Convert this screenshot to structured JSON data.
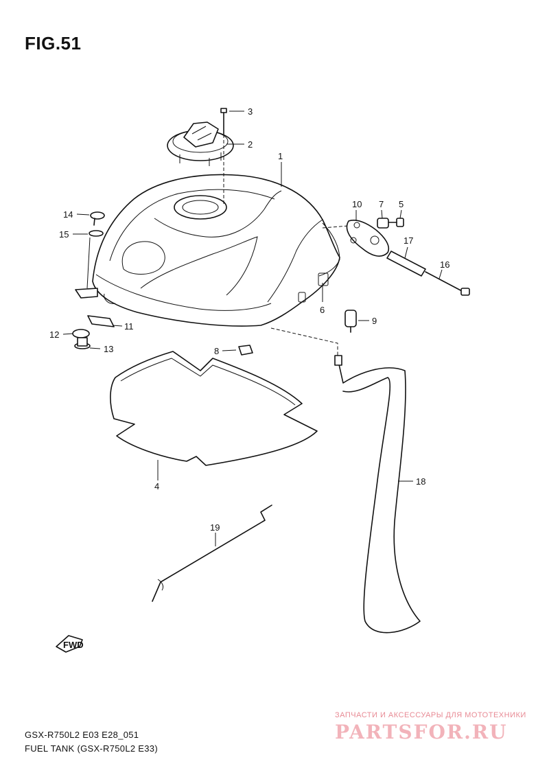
{
  "figure": {
    "title": "FIG.51",
    "footer_code": "GSX-R750L2 E03 E28_051",
    "footer_name": "FUEL TANK (GSX-R750L2 E33)"
  },
  "callouts": [
    {
      "id": "c1",
      "label": "1"
    },
    {
      "id": "c2",
      "label": "2"
    },
    {
      "id": "c3",
      "label": "3"
    },
    {
      "id": "c4",
      "label": "4"
    },
    {
      "id": "c5",
      "label": "5"
    },
    {
      "id": "c6",
      "label": "6"
    },
    {
      "id": "c7",
      "label": "7"
    },
    {
      "id": "c8",
      "label": "8"
    },
    {
      "id": "c9",
      "label": "9"
    },
    {
      "id": "c10",
      "label": "10"
    },
    {
      "id": "c11",
      "label": "11"
    },
    {
      "id": "c12",
      "label": "12"
    },
    {
      "id": "c13",
      "label": "13"
    },
    {
      "id": "c14",
      "label": "14"
    },
    {
      "id": "c15",
      "label": "15"
    },
    {
      "id": "c16",
      "label": "16"
    },
    {
      "id": "c17",
      "label": "17"
    },
    {
      "id": "c18",
      "label": "18"
    },
    {
      "id": "c19",
      "label": "19"
    }
  ],
  "fwd_arrow": {
    "label": "FWD",
    "icon": "fwd-arrow-icon"
  },
  "watermark": {
    "top_text": "ЗАПЧАСТИ И АКСЕССУАРЫ ДЛЯ МОТОТЕХНИКИ",
    "main_text": "PARTSFOR.RU",
    "color": "#f2b3ba"
  }
}
